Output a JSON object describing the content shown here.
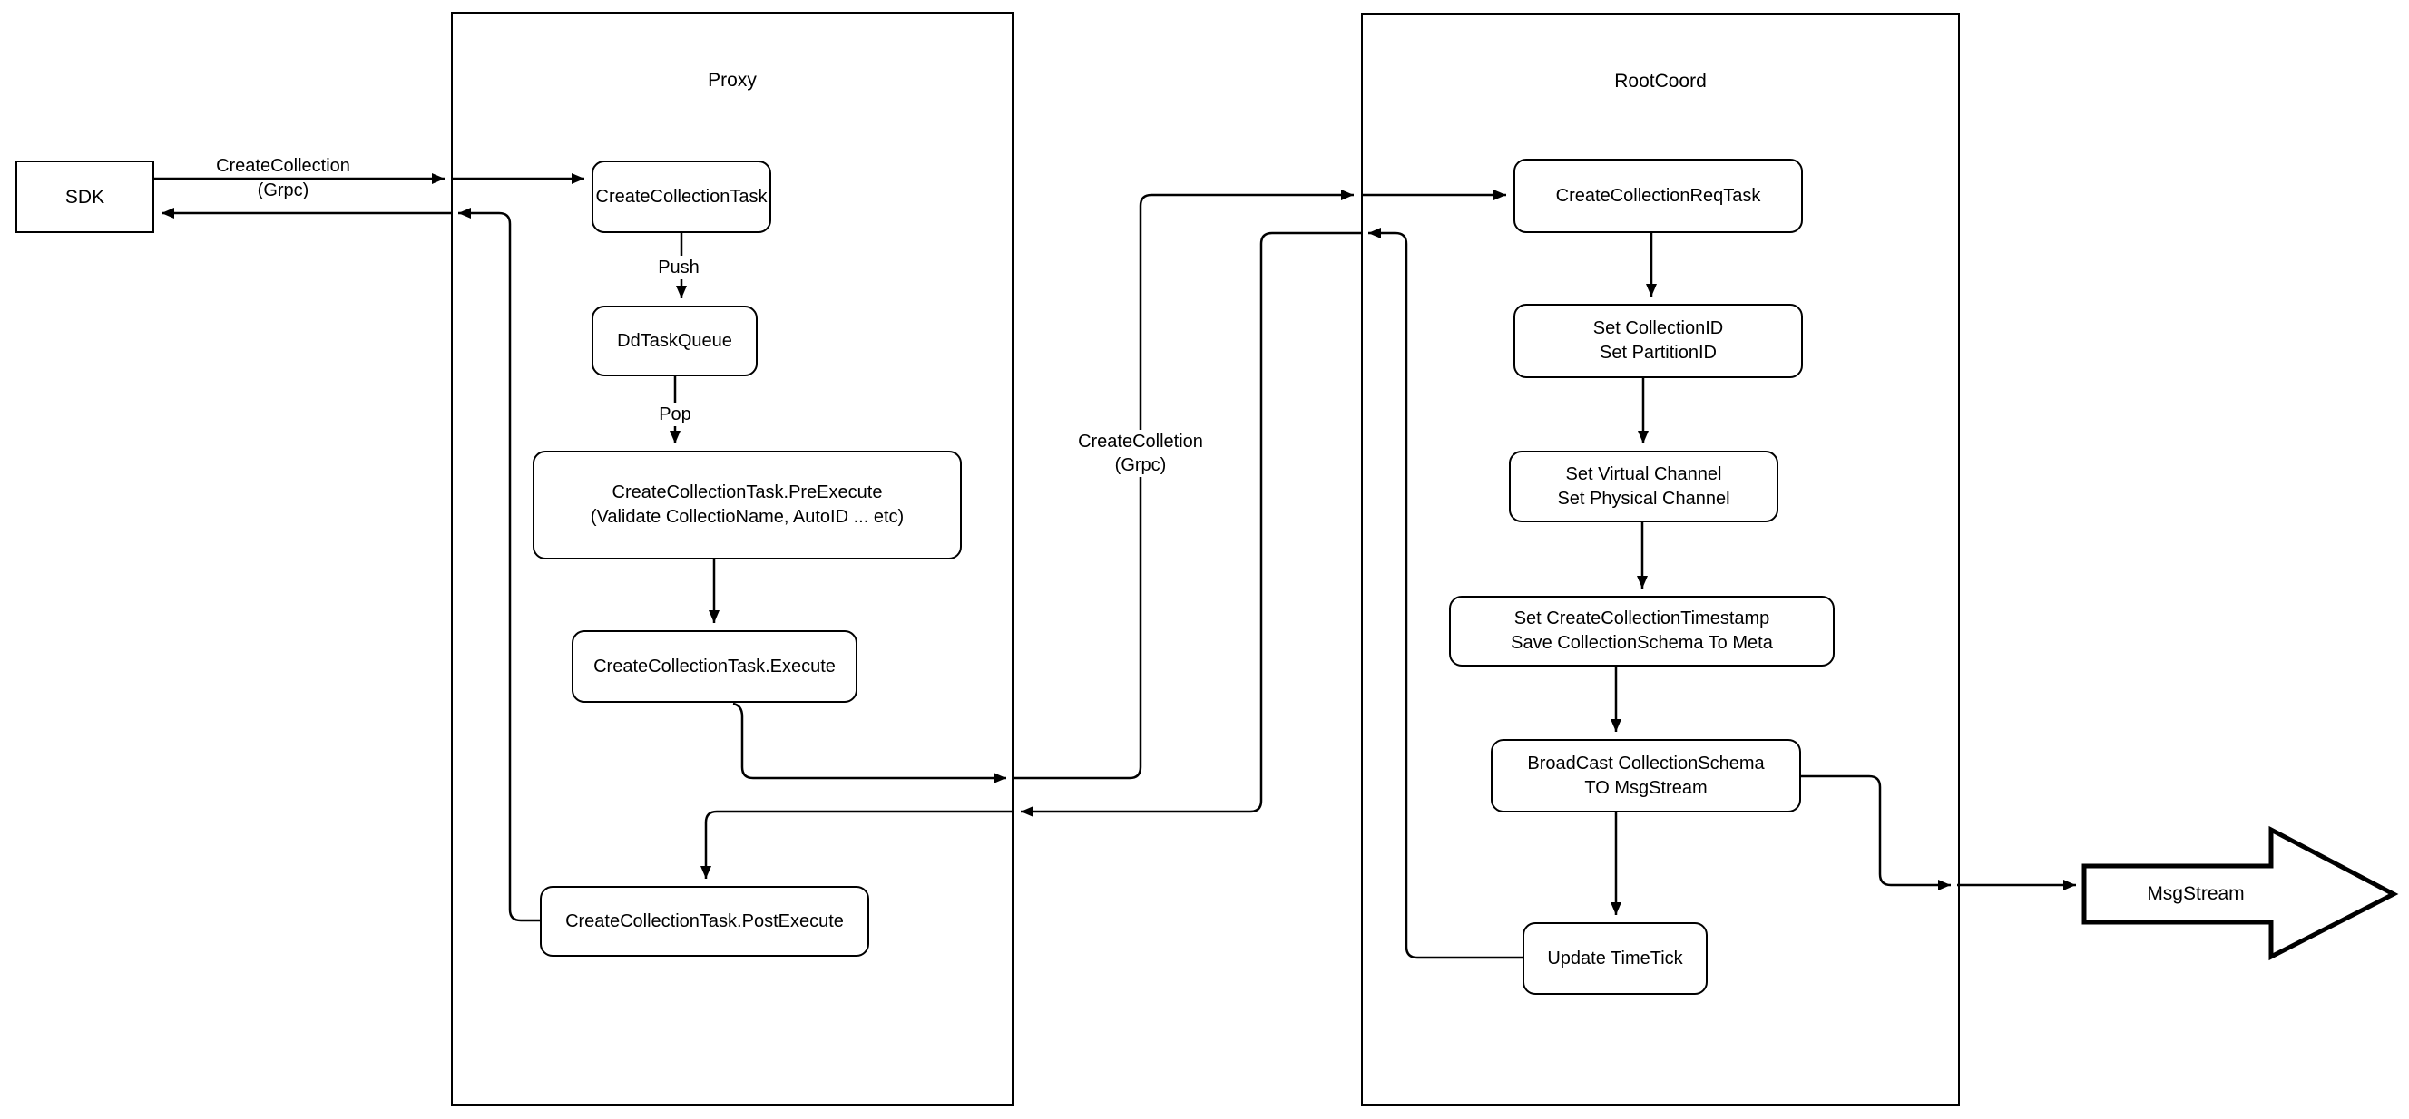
{
  "diagram": {
    "sdk": {
      "label": "SDK"
    },
    "edge_labels": {
      "sdk_grpc_line1": "CreateCollection",
      "sdk_grpc_line2": "(Grpc)",
      "push": "Push",
      "pop": "Pop",
      "mid_grpc_line1": "CreateColletion",
      "mid_grpc_line2": "(Grpc)"
    },
    "proxy": {
      "title": "Proxy",
      "nodes": {
        "task": "CreateCollectionTask",
        "queue": "DdTaskQueue",
        "pre1": "CreateCollectionTask.PreExecute",
        "pre2": "(Validate CollectioName, AutoID ... etc)",
        "exec": "CreateCollectionTask.Execute",
        "post": "CreateCollectionTask.PostExecute"
      }
    },
    "rootcoord": {
      "title": "RootCoord",
      "nodes": {
        "req": "CreateCollectionReqTask",
        "ids1": "Set CollectionID",
        "ids2": "Set PartitionID",
        "chan1": "Set Virtual Channel",
        "chan2": "Set Physical Channel",
        "ts1": "Set CreateCollectionTimestamp",
        "ts2": "Save CollectionSchema To Meta",
        "bc1": "BroadCast CollectionSchema",
        "bc2": "TO MsgStream",
        "tick": "Update TimeTick"
      }
    },
    "msgstream": {
      "label": "MsgStream"
    },
    "colors": {
      "stroke": "#000000",
      "background": "#ffffff"
    }
  }
}
